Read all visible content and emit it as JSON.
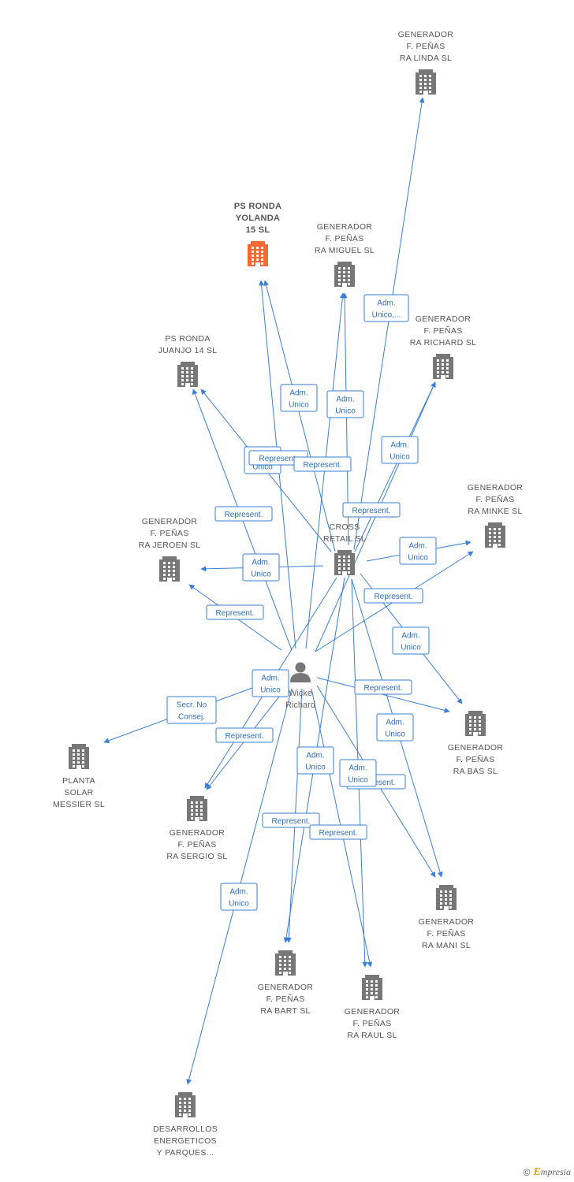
{
  "colors": {
    "edge": "#3a7fd5",
    "building": "#777777",
    "building_main": "#f26a3a",
    "person": "#777777"
  },
  "person": {
    "lines": [
      "Wicke",
      "Richard"
    ],
    "icon": "person-icon"
  },
  "companies": [
    {
      "id": "linda",
      "lines": [
        "GENERADOR",
        "F. PEÑAS",
        "RA LINDA SL"
      ],
      "icon": "building-icon"
    },
    {
      "id": "yolanda",
      "lines": [
        "PS RONDA",
        "YOLANDA",
        "15 SL"
      ],
      "icon": "building-icon",
      "main": true
    },
    {
      "id": "miguel",
      "lines": [
        "GENERADOR",
        "F. PEÑAS",
        "RA MIGUEL SL"
      ],
      "icon": "building-icon"
    },
    {
      "id": "richard",
      "lines": [
        "GENERADOR",
        "F. PEÑAS",
        "RA RICHARD SL"
      ],
      "icon": "building-icon"
    },
    {
      "id": "juanjo",
      "lines": [
        "PS RONDA",
        "JUANJO 14 SL"
      ],
      "icon": "building-icon"
    },
    {
      "id": "minke",
      "lines": [
        "GENERADOR",
        "F. PEÑAS",
        "RA MINKE SL"
      ],
      "icon": "building-icon"
    },
    {
      "id": "cross",
      "lines": [
        "CROSS",
        "RETAIL  SL"
      ],
      "icon": "building-icon"
    },
    {
      "id": "jeroen",
      "lines": [
        "GENERADOR",
        "F. PEÑAS",
        "RA JEROEN SL"
      ],
      "icon": "building-icon"
    },
    {
      "id": "bas",
      "lines": [
        "GENERADOR",
        "F. PEÑAS",
        "RA BAS SL"
      ],
      "icon": "building-icon"
    },
    {
      "id": "messier",
      "lines": [
        "PLANTA",
        "SOLAR",
        "MESSIER SL"
      ],
      "icon": "building-icon"
    },
    {
      "id": "sergio",
      "lines": [
        "GENERADOR",
        "F. PEÑAS",
        "RA SERGIO SL"
      ],
      "icon": "building-icon"
    },
    {
      "id": "mani",
      "lines": [
        "GENERADOR",
        "F. PEÑAS",
        "RA MANI SL"
      ],
      "icon": "building-icon"
    },
    {
      "id": "bart",
      "lines": [
        "GENERADOR",
        "F. PEÑAS",
        "RA BART SL"
      ],
      "icon": "building-icon"
    },
    {
      "id": "raul",
      "lines": [
        "GENERADOR",
        "F. PEÑAS",
        "RA RAUL SL"
      ],
      "icon": "building-icon"
    },
    {
      "id": "desarrollos",
      "lines": [
        "DESARROLLOS",
        "ENERGETICOS",
        "Y PARQUES..."
      ],
      "icon": "building-icon"
    }
  ],
  "edge_labels": [
    {
      "id": "l-linda",
      "lines": [
        "Adm.",
        "Unico,..."
      ]
    },
    {
      "id": "l-yol",
      "lines": [
        "Adm.",
        "Unico"
      ]
    },
    {
      "id": "l-miguel",
      "lines": [
        "Adm.",
        "Unico"
      ]
    },
    {
      "id": "l-richard",
      "lines": [
        "Adm.",
        "Unico"
      ]
    },
    {
      "id": "l-juanjo-u",
      "lines": [
        "",
        "Unico"
      ]
    },
    {
      "id": "l-juanjo-r",
      "lines": [
        "Represent."
      ]
    },
    {
      "id": "l-miguel-r",
      "lines": [
        "Represent."
      ]
    },
    {
      "id": "l-juanjo-r2",
      "lines": [
        "Represent."
      ]
    },
    {
      "id": "l-richard-r",
      "lines": [
        "Represent."
      ]
    },
    {
      "id": "l-minke",
      "lines": [
        "Adm.",
        "Unico"
      ]
    },
    {
      "id": "l-jeroen",
      "lines": [
        "Adm.",
        "Unico"
      ]
    },
    {
      "id": "l-minke-r",
      "lines": [
        "Represent."
      ]
    },
    {
      "id": "l-jeroen-r",
      "lines": [
        "Represent."
      ]
    },
    {
      "id": "l-bas",
      "lines": [
        "Adm.",
        "Unico"
      ]
    },
    {
      "id": "l-sergio",
      "lines": [
        "Adm.",
        "Unico"
      ]
    },
    {
      "id": "l-bas-r",
      "lines": [
        "Represent."
      ]
    },
    {
      "id": "l-messier",
      "lines": [
        "Secr.  No",
        "Consej."
      ]
    },
    {
      "id": "l-mani",
      "lines": [
        "Adm.",
        "Unico"
      ]
    },
    {
      "id": "l-sergio-r",
      "lines": [
        "Represent."
      ]
    },
    {
      "id": "l-bart",
      "lines": [
        "Adm.",
        "Unico"
      ]
    },
    {
      "id": "l-mani-r",
      "lines": [
        "Represent."
      ]
    },
    {
      "id": "l-raul",
      "lines": [
        "Adm.",
        "Unico"
      ]
    },
    {
      "id": "l-bart-r",
      "lines": [
        "Represent."
      ]
    },
    {
      "id": "l-raul-r",
      "lines": [
        "Represent."
      ]
    },
    {
      "id": "l-desa",
      "lines": [
        "Adm.",
        "Unico"
      ]
    }
  ],
  "footer": {
    "copyright": "©",
    "brand_first": "E",
    "brand_rest": "mpresia"
  }
}
